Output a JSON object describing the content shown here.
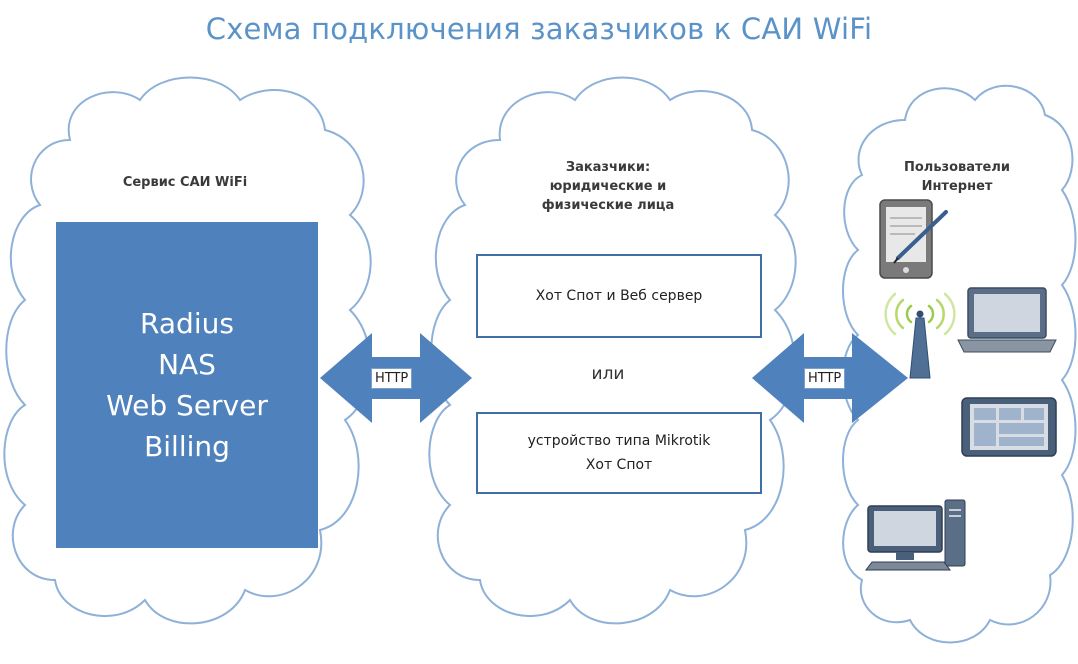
{
  "diagram": {
    "title": "Схема подключения заказчиков к САИ WiFi",
    "clouds": {
      "left": {
        "label": "Сервис САИ WiFi"
      },
      "middle": {
        "label_lines": [
          "Заказчики:",
          "юридические и",
          "физические лица"
        ]
      },
      "right": {
        "label_lines": [
          "Пользователи",
          "Интернет"
        ]
      }
    },
    "server_box": {
      "lines": [
        "Radius",
        "NAS",
        "Web Server",
        "Billing"
      ]
    },
    "options": {
      "top": {
        "lines": [
          "Хот Спот и Веб сервер"
        ]
      },
      "or": "или",
      "bottom": {
        "lines": [
          "устройство типа Mikrotik",
          "Хот Спот"
        ]
      }
    },
    "arrows": {
      "left_label": "HTTP",
      "right_label": "HTTP"
    },
    "devices": [
      "tablet-pen-icon",
      "wifi-antenna-icon",
      "laptop-icon",
      "tablet-icon",
      "desktop-computer-icon"
    ],
    "colors": {
      "title": "#5b93c9",
      "server_box": "#4f81bd",
      "arrow": "#4f81bd",
      "cloud_outline": "#8db1d8"
    }
  }
}
